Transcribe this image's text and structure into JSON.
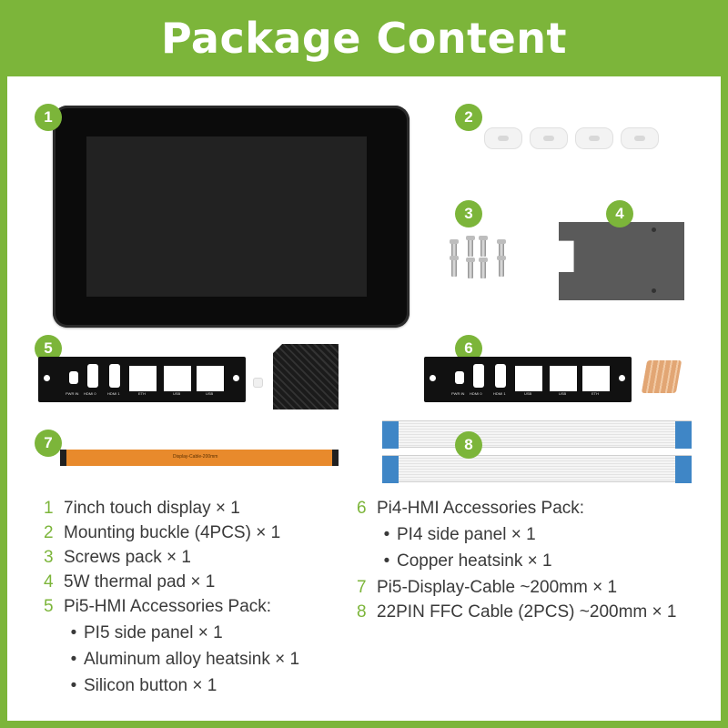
{
  "title": "Package Content",
  "badges": [
    "1",
    "2",
    "3",
    "4",
    "5",
    "6",
    "7",
    "8"
  ],
  "sidepanel_pi5": {
    "labels": [
      "PWR IN",
      "HDMI 0",
      "HDMI 1",
      "ETH",
      "USB",
      "USB"
    ]
  },
  "sidepanel_pi4": {
    "labels": [
      "PWR IN",
      "HDMI 0",
      "HDMI 1",
      "USB",
      "USB",
      "ETH"
    ]
  },
  "cable_label": "Display-Cable-200mm",
  "colors": {
    "accent": "#7cb53a",
    "text": "#3a3a3a",
    "white": "#ffffff"
  },
  "list_left": [
    {
      "num": "1",
      "text": "7inch touch display × 1"
    },
    {
      "num": "2",
      "text": "Mounting buckle (4PCS) × 1"
    },
    {
      "num": "3",
      "text": "Screws pack × 1"
    },
    {
      "num": "4",
      "text": "5W thermal pad × 1"
    },
    {
      "num": "5",
      "text": "Pi5-HMI Accessories Pack:"
    },
    {
      "bullet": "•",
      "text": "PI5 side panel × 1"
    },
    {
      "bullet": "•",
      "text": "Aluminum alloy heatsink × 1"
    },
    {
      "bullet": "•",
      "text": "Silicon button × 1"
    }
  ],
  "list_right": [
    {
      "num": "6",
      "text": "Pi4-HMI Accessories Pack:"
    },
    {
      "bullet": "•",
      "text": "PI4 side panel × 1"
    },
    {
      "bullet": "•",
      "text": "Copper heatsink × 1"
    },
    {
      "num": "7",
      "text": "Pi5-Display-Cable ~200mm × 1"
    },
    {
      "num": "8",
      "text": "22PIN FFC Cable (2PCS) ~200mm × 1"
    }
  ]
}
